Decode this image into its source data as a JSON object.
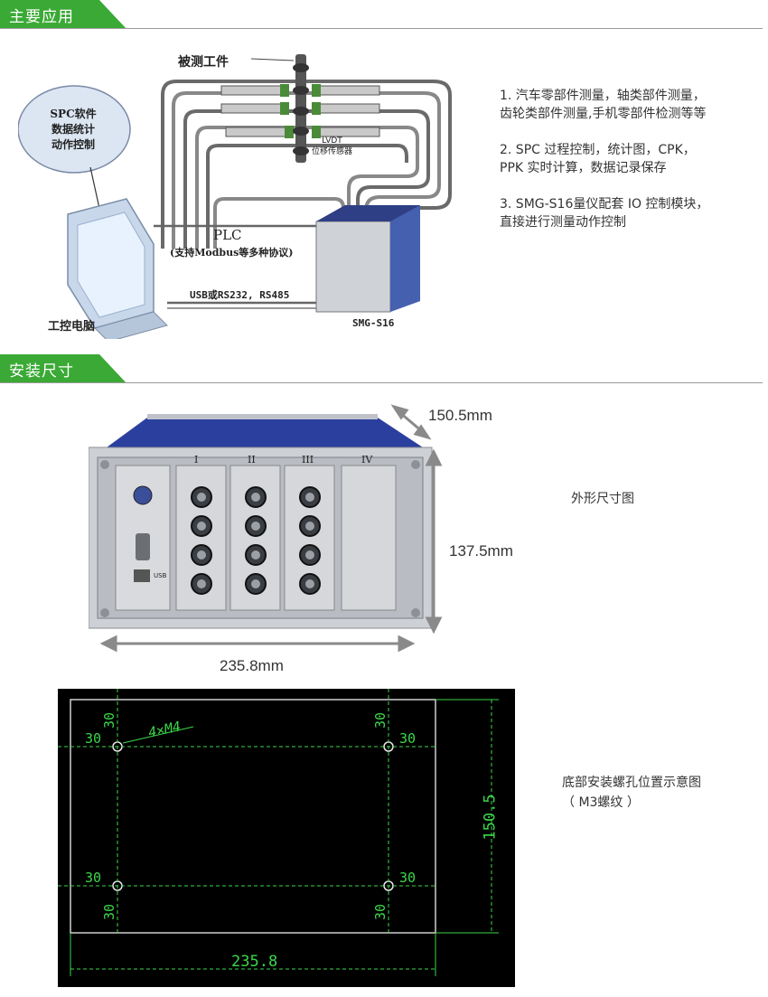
{
  "section1": {
    "title": "主要应用"
  },
  "section2": {
    "title": "安装尺寸"
  },
  "app_diagram": {
    "workpiece": "被测工件",
    "software": [
      "SPC软件",
      "数据统计",
      "动作控制"
    ],
    "sensor": [
      "LVDT",
      "位移传感器"
    ],
    "plc": "PLC",
    "plc_sub": "(支持Modbus等多种协议)",
    "usb": "USB或RS232, RS485",
    "device": "SMG-S16",
    "pc": "工控电脑"
  },
  "applications": [
    [
      "1. 汽车零部件测量，轴类部件测量，",
      "齿轮类部件测量,手机零部件检测等等"
    ],
    [
      "2. SPC 过程控制，统计图，CPK，",
      "PPK 实时计算，数据记录保存"
    ],
    [
      "3. SMG-S16量仪配套 IO 控制模块，",
      "直接进行测量动作控制"
    ]
  ],
  "product": {
    "dim_depth": "150.5mm",
    "dim_height": "137.5mm",
    "dim_width": "235.8mm",
    "caption": "外形尺寸图",
    "panel_labels": [
      "I",
      "II",
      "III",
      "IV"
    ],
    "usb_label": "USB"
  },
  "cad": {
    "caption_lines": [
      "底部安装螺孔位置示意图",
      "（ M3螺纹 ）"
    ],
    "offset": "30",
    "hole_note": "4×M4",
    "width": "235.8",
    "height": "150.5"
  },
  "colors": {
    "accent": "#3aa935",
    "cad_line": "#3cd64a",
    "panel_blue": "#2b3f9e"
  }
}
